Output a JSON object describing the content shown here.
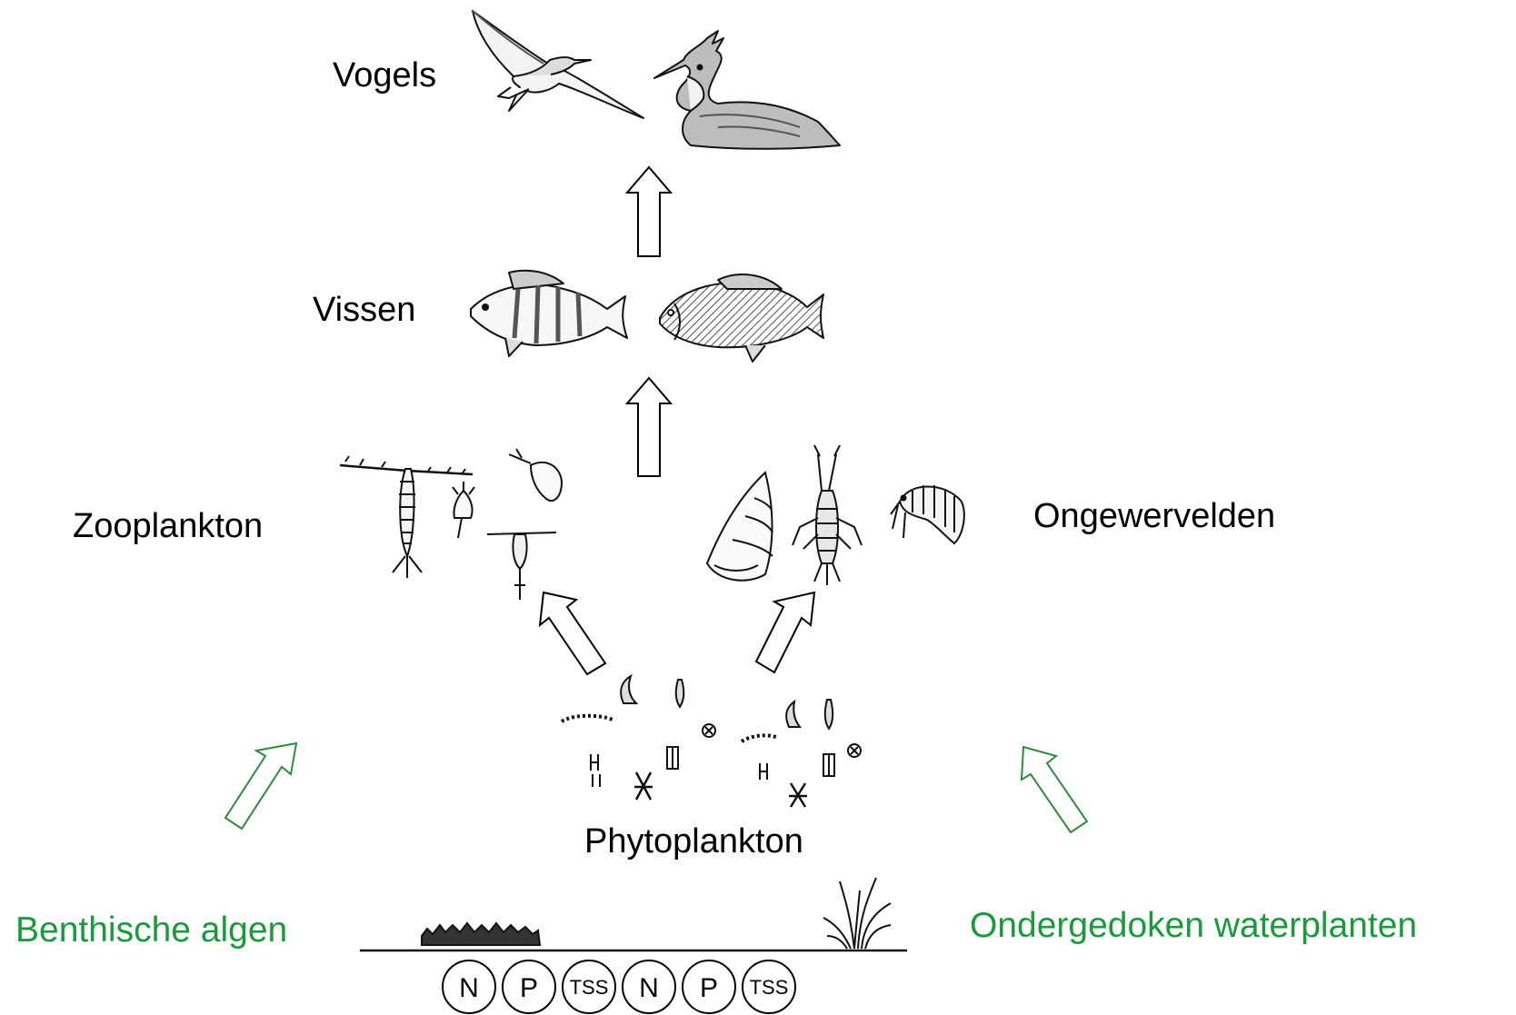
{
  "levels": {
    "birds": "Vogels",
    "fish": "Vissen",
    "zooplankton": "Zooplankton",
    "invertebrates": "Ongewervelden",
    "phytoplankton": "Phytoplankton",
    "benthic_algae": "Benthische algen",
    "submerged_plants": "Ondergedoken waterplanten"
  },
  "nutrients": [
    "N",
    "P",
    "TSS",
    "N",
    "P",
    "TSS"
  ],
  "colors": {
    "text": "#000000",
    "green": "#1a9a3c",
    "arrow_black": "#000000",
    "arrow_green": "#2e8b3a"
  }
}
